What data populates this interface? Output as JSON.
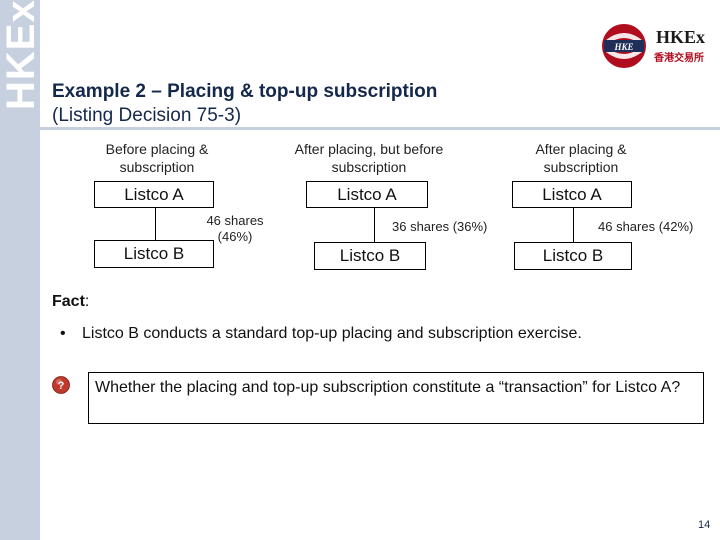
{
  "sidebar": {
    "brand_text": "HKEx"
  },
  "logo": {
    "emblem_text": "HKE",
    "brand": "HKEx",
    "chinese": "香港交易所"
  },
  "title": {
    "line1": "Example 2 – Placing & top-up subscription",
    "line2": "(Listing Decision 75-3)"
  },
  "scenarios": [
    {
      "caption_l1": "Before placing &",
      "caption_l2": "subscription",
      "parent": "Listco A",
      "child": "Listco B",
      "label_l1": "46 shares",
      "label_l2": "(46%)"
    },
    {
      "caption_l1": "After placing, but before",
      "caption_l2": "subscription",
      "parent": "Listco  A",
      "child": "Listco B",
      "label_l1": "36 shares (36%)",
      "label_l2": ""
    },
    {
      "caption_l1": "After placing &",
      "caption_l2": "subscription",
      "parent": "Listco A",
      "child": "Listco B",
      "label_l1": "46 shares (42%)",
      "label_l2": ""
    }
  ],
  "fact": {
    "label": "Fact",
    "colon": ":",
    "bullet": "•",
    "text": "Listco B conducts a standard top-up placing and subscription exercise."
  },
  "question": {
    "icon": "?",
    "text": "Whether the placing and top-up subscription constitute a “transaction” for Listco A?"
  },
  "page_number": "14",
  "colors": {
    "title": "#14284b",
    "sidebar": "#c7d0de",
    "logo_red": "#b00d1f",
    "icon_red": "#c0392b"
  }
}
